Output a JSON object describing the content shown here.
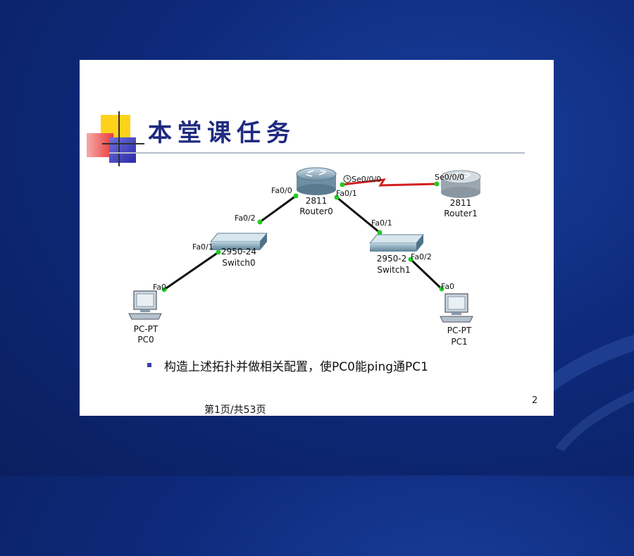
{
  "slide": {
    "title": "本堂课任务",
    "bullet": "构造上述拓扑并做相关配置，使PC0能ping通PC1",
    "page_number": "2"
  },
  "footer": "第1页/共53页",
  "diagram": {
    "devices": [
      {
        "id": "router0",
        "model": "2811",
        "name": "Router0",
        "icon": "router-icon"
      },
      {
        "id": "router1",
        "model": "2811",
        "name": "Router1",
        "icon": "router-icon"
      },
      {
        "id": "switch0",
        "model": "2950-24",
        "name": "Switch0",
        "icon": "switch-icon"
      },
      {
        "id": "switch1",
        "model": "2950-2",
        "name": "Switch1",
        "icon": "switch-icon"
      },
      {
        "id": "pc0",
        "model": "PC-PT",
        "name": "PC0",
        "icon": "pc-icon"
      },
      {
        "id": "pc1",
        "model": "PC-PT",
        "name": "PC1",
        "icon": "pc-icon"
      }
    ],
    "links": [
      {
        "from": "router0",
        "from_port": "Fa0/0",
        "to": "switch0",
        "to_port": "Fa0/2",
        "type": "ethernet"
      },
      {
        "from": "switch0",
        "from_port": "Fa0/1",
        "to": "pc0",
        "to_port": "Fa0",
        "type": "ethernet"
      },
      {
        "from": "router0",
        "from_port": "Fa0/1",
        "to": "switch1",
        "to_port": "Fa0/1",
        "type": "ethernet"
      },
      {
        "from": "switch1",
        "from_port": "Fa0/2",
        "to": "pc1",
        "to_port": "Fa0",
        "type": "ethernet"
      },
      {
        "from": "router0",
        "from_port": "Se0/0/0",
        "to": "router1",
        "to_port": "Se0/0/0",
        "type": "serial"
      }
    ],
    "colors": {
      "ethernet": "#111111",
      "serial": "#d42020",
      "port_dot": "#22cc22"
    }
  }
}
